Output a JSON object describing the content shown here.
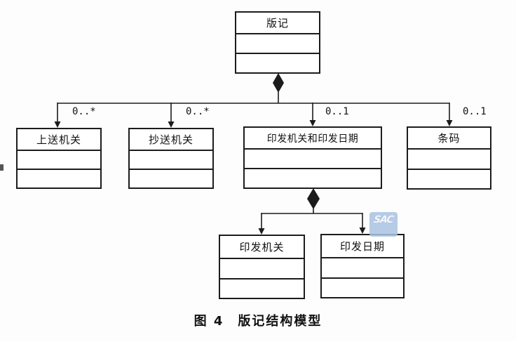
{
  "figure": {
    "caption": "图 4　版记结构模型",
    "watermark": {
      "text": "SAC"
    },
    "diagram": {
      "type": "uml-class-composition",
      "root": {
        "label": "版记"
      },
      "children": [
        {
          "label": "上送机关",
          "multiplicity": "0..*"
        },
        {
          "label": "抄送机关",
          "multiplicity": "0..*"
        },
        {
          "label": "印发机关和印发日期",
          "multiplicity": "0..1"
        },
        {
          "label": "条码",
          "multiplicity": "0..1"
        }
      ],
      "grandchildren": [
        {
          "label": "印发机关"
        },
        {
          "label": "印发日期"
        }
      ]
    },
    "colors": {
      "line": "#1c1c1c",
      "background": "#fdfdfd",
      "watermark_bg": "#a9c3e2",
      "watermark_text": "#f4f7fb"
    }
  }
}
